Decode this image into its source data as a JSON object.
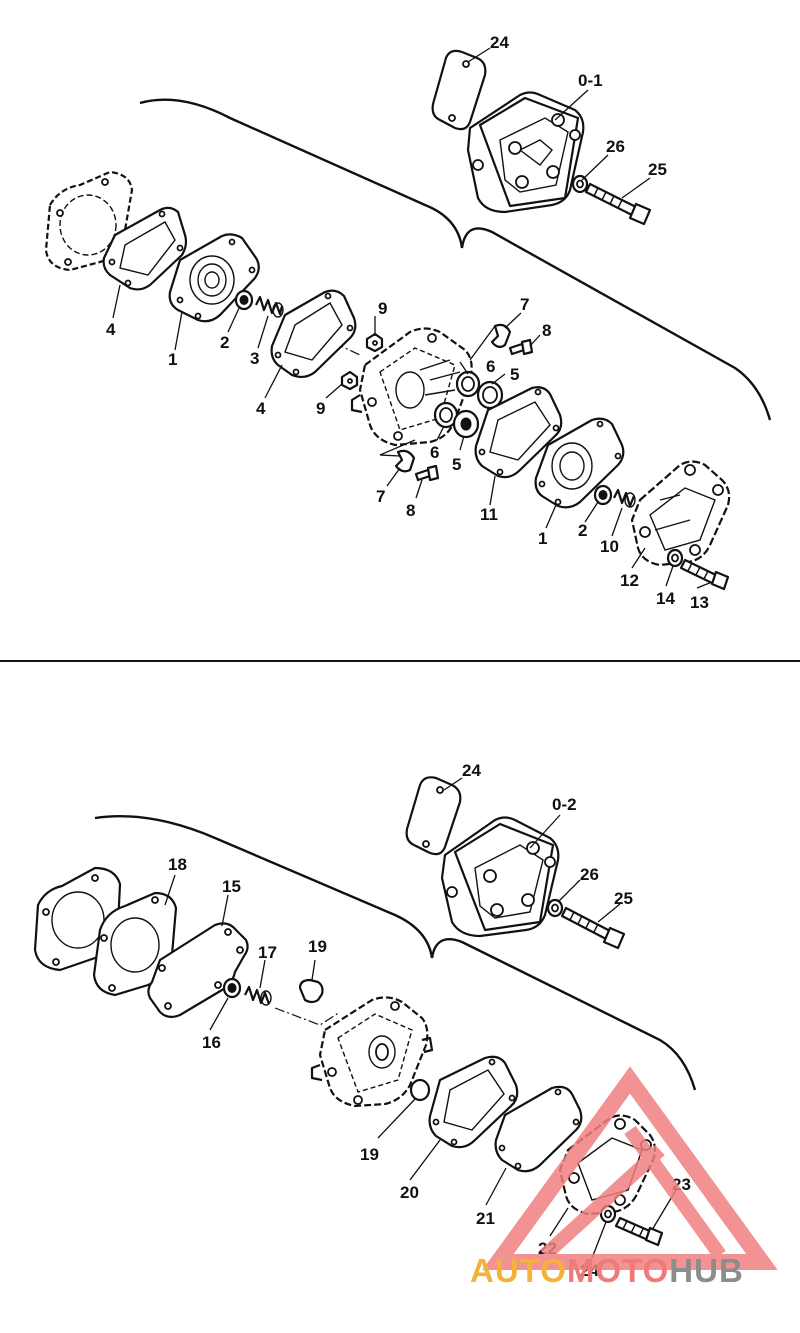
{
  "labels": {
    "l24a": "24",
    "l01": "0-1",
    "l26a": "26",
    "l25a": "25",
    "l4a": "4",
    "l1a": "1",
    "l2a": "2",
    "l3": "3",
    "l4b": "4",
    "l9a": "9",
    "l9b": "9",
    "l7a": "7",
    "l8a": "8",
    "l6a": "6",
    "l5a": "5",
    "l6b": "6",
    "l5b": "5",
    "l7b": "7",
    "l8b": "8",
    "l11": "11",
    "l1b": "1",
    "l2b": "2",
    "l10": "10",
    "l12": "12",
    "l14": "14",
    "l13": "13",
    "l24b": "24",
    "l02": "0-2",
    "l26b": "26",
    "l25b": "25",
    "l18": "18",
    "l15": "15",
    "l17": "17",
    "l19a": "19",
    "l16": "16",
    "l19b": "19",
    "l20": "20",
    "l21": "21",
    "l23": "23",
    "l22": "22",
    "l24c": "24"
  },
  "watermark": {
    "part1": "AUTO",
    "part2": "MOTO",
    "part3": "HUB",
    "colors": {
      "auto": "#f4b23a",
      "moto": "#f07a7a",
      "hub": "#8c8c8c",
      "triangle": "#f08080"
    }
  }
}
